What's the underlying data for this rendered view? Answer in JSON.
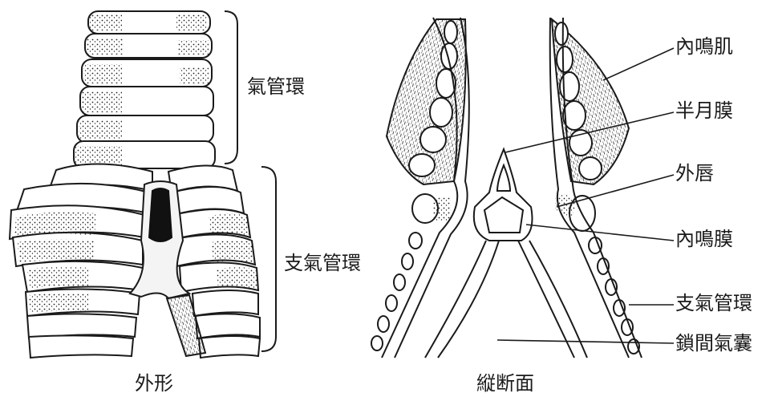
{
  "figure": {
    "left_caption": "外形",
    "right_caption": "縦断面",
    "left_labels": {
      "tracheal_rings": "氣管環",
      "bronchial_rings": "支氣管環"
    },
    "right_labels": {
      "internal_syringeal_muscle": "內鳴肌",
      "semilunar_membrane": "半月膜",
      "external_labium": "外唇",
      "internal_tympaniform_membrane": "內鳴膜",
      "bronchial_rings": "支氣管環",
      "interclavicular_air_sac": "鎖間氣囊"
    }
  },
  "colors": {
    "ink": "#1a1a1a",
    "paper": "#ffffff"
  }
}
